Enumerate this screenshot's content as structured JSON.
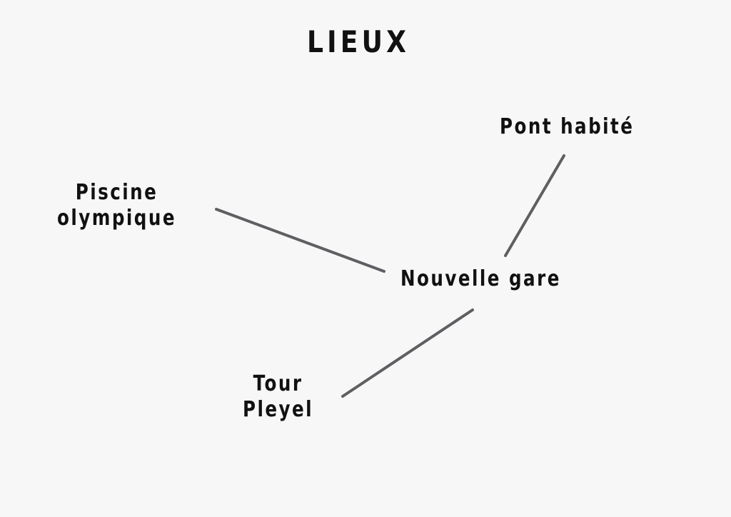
{
  "diagram": {
    "title": "LIEUX",
    "nodes": {
      "pont": "Pont habité",
      "piscine": "Piscine\nolympique",
      "gare": "Nouvelle gare",
      "tour": "Tour\nPleyel"
    },
    "edges": [
      {
        "from": "gare",
        "to": "pont"
      },
      {
        "from": "gare",
        "to": "piscine"
      },
      {
        "from": "gare",
        "to": "tour"
      }
    ],
    "colors": {
      "background": "#f6f7f6",
      "text": "#111111",
      "line": "#5f5f63"
    }
  }
}
